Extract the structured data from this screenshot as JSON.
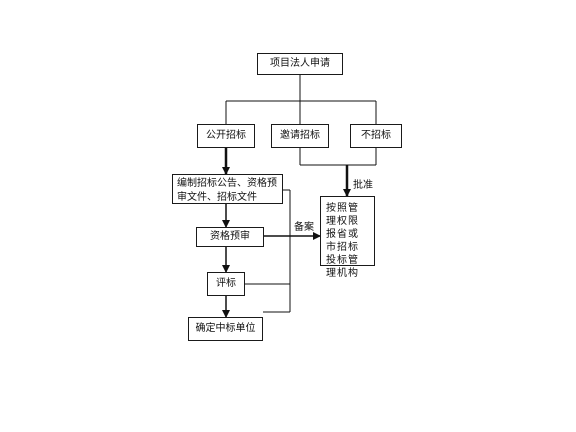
{
  "diagram": {
    "nodes": {
      "applicant": "项目法人申请",
      "open_bidding": "公开招标",
      "invited_bidding": "邀请招标",
      "no_bidding": "不招标",
      "prepare_docs": "编制招标公告、资格预审文件、招标文件",
      "prequalification": "资格预审",
      "evaluation": "评标",
      "determine_winner": "确定中标单位",
      "authority": "按照管理权限报省或市招标投标管理机构"
    },
    "edge_labels": {
      "approval": "批准",
      "filing": "备案"
    }
  }
}
